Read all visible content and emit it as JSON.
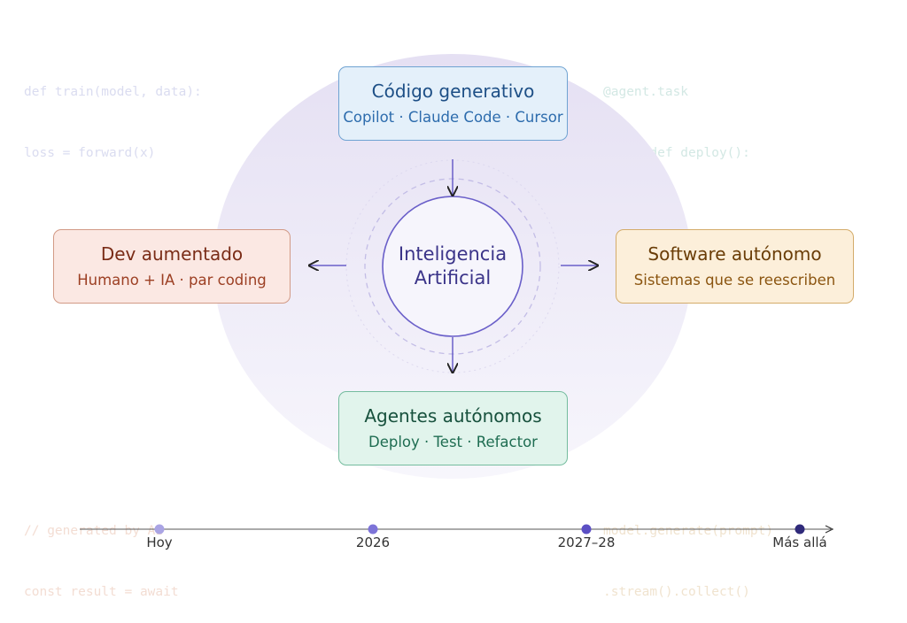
{
  "code_snippets": {
    "top_left": [
      "def train(model, data):",
      "loss = forward(x)"
    ],
    "top_right": [
      "@agent.task",
      "async def deploy():"
    ],
    "bottom_left": [
      "// generated by AI",
      "const result = await"
    ],
    "bottom_right": [
      "model.generate(prompt)",
      ".stream().collect()"
    ]
  },
  "center": {
    "line1": "Inteligencia",
    "line2": "Artificial"
  },
  "cards": {
    "top": {
      "title": "Código generativo",
      "subtitle": "Copilot · Claude Code · Cursor"
    },
    "left": {
      "title": "Dev aumentado",
      "subtitle": "Humano + IA · par coding"
    },
    "right": {
      "title": "Software autónomo",
      "subtitle": "Sistemas que se reescriben"
    },
    "bottom": {
      "title": "Agentes autónomos",
      "subtitle": "Deploy · Test · Refactor"
    }
  },
  "timeline": [
    {
      "label": "Hoy",
      "color": "#aaa4e4"
    },
    {
      "label": "2026",
      "color": "#7d74d8"
    },
    {
      "label": "2027–28",
      "color": "#5b4fc4"
    },
    {
      "label": "Más allá",
      "color": "#2f2a7a"
    }
  ],
  "colors": {
    "halo": "#e6e2f4",
    "center_stroke": "#6a5fc9",
    "arrow": "#6a5fc9"
  }
}
